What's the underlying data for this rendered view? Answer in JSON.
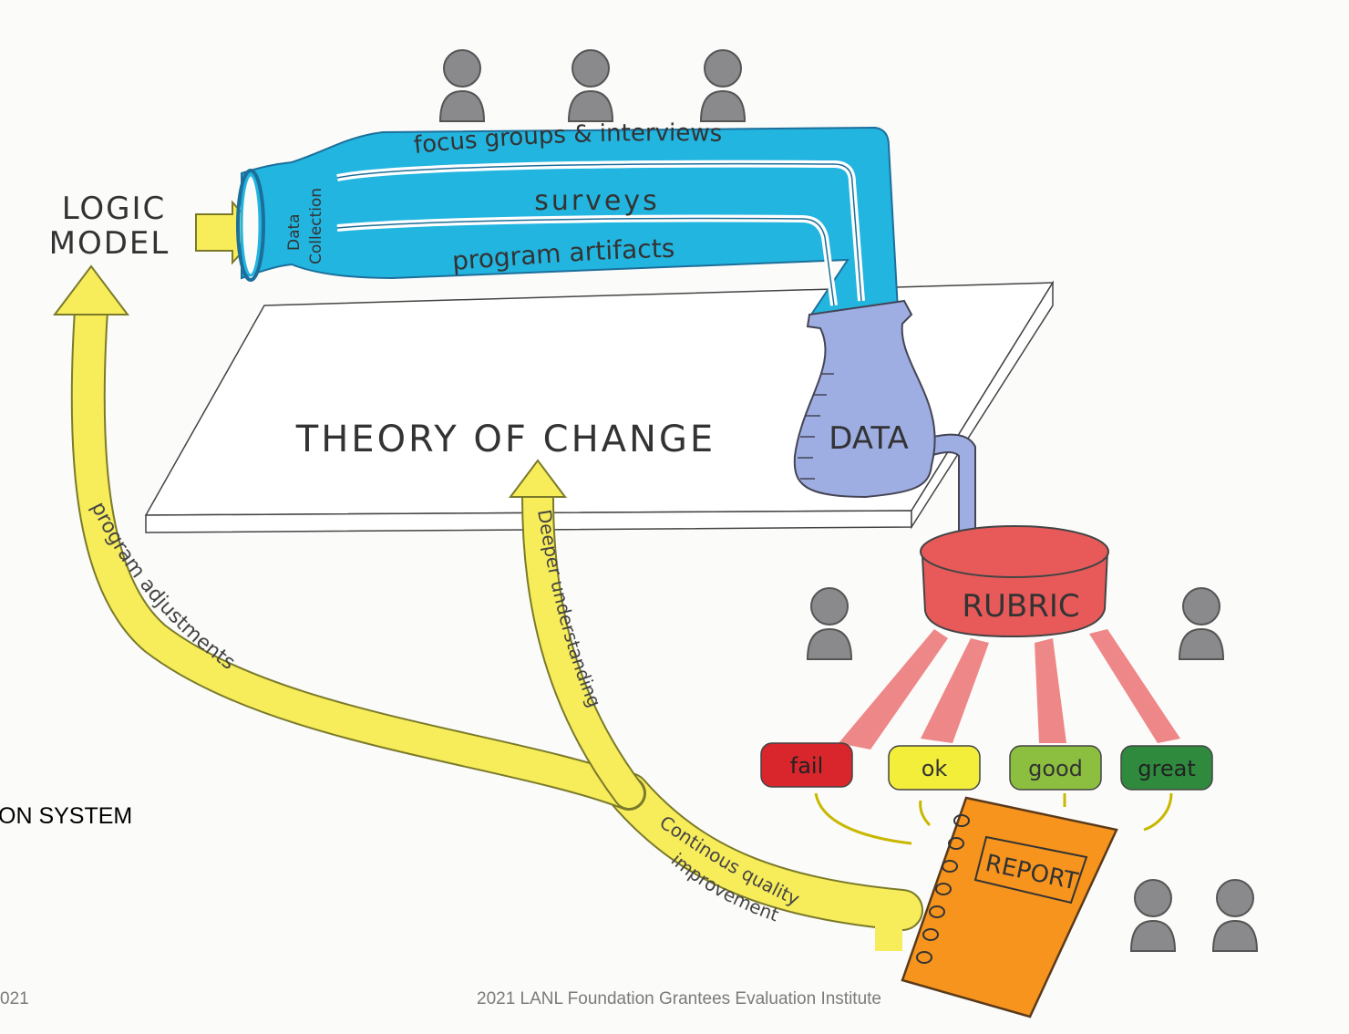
{
  "diagram": {
    "logic_model_line1": "LOGIC",
    "logic_model_line2": "MODEL",
    "data_collection_line1": "Data",
    "data_collection_line2": "Collection",
    "pipe_labels": {
      "focus_groups": "focus groups & interviews",
      "surveys": "surveys",
      "program_artifacts": "program artifacts"
    },
    "theory_of_change": "THEORY OF CHANGE",
    "data": "DATA",
    "rubric": "RUBRIC",
    "ratings": [
      {
        "label": "fail",
        "color": "#d8262c"
      },
      {
        "label": "ok",
        "color": "#f2ee3a"
      },
      {
        "label": "good",
        "color": "#8cbf3f"
      },
      {
        "label": "great",
        "color": "#2f8a3d"
      }
    ],
    "report": "REPORT",
    "feedback_arrows": {
      "program_adjustments": "program adjustments",
      "deeper_understanding": "Deeper understanding",
      "cqi_line1": "Continous quality",
      "cqi_line2": "improvement"
    }
  },
  "slide": {
    "truncated_title": "ON SYSTEM",
    "footer_year": "021",
    "footer_text": "2021 LANL Foundation Grantees Evaluation Institute"
  },
  "colors": {
    "pipe": "#22b5e0",
    "beaker": "#9eaee2",
    "rubric": "#e85a5a",
    "arrow": "#f7ec5a",
    "report": "#f7941d",
    "person": "#8a8a8c"
  }
}
